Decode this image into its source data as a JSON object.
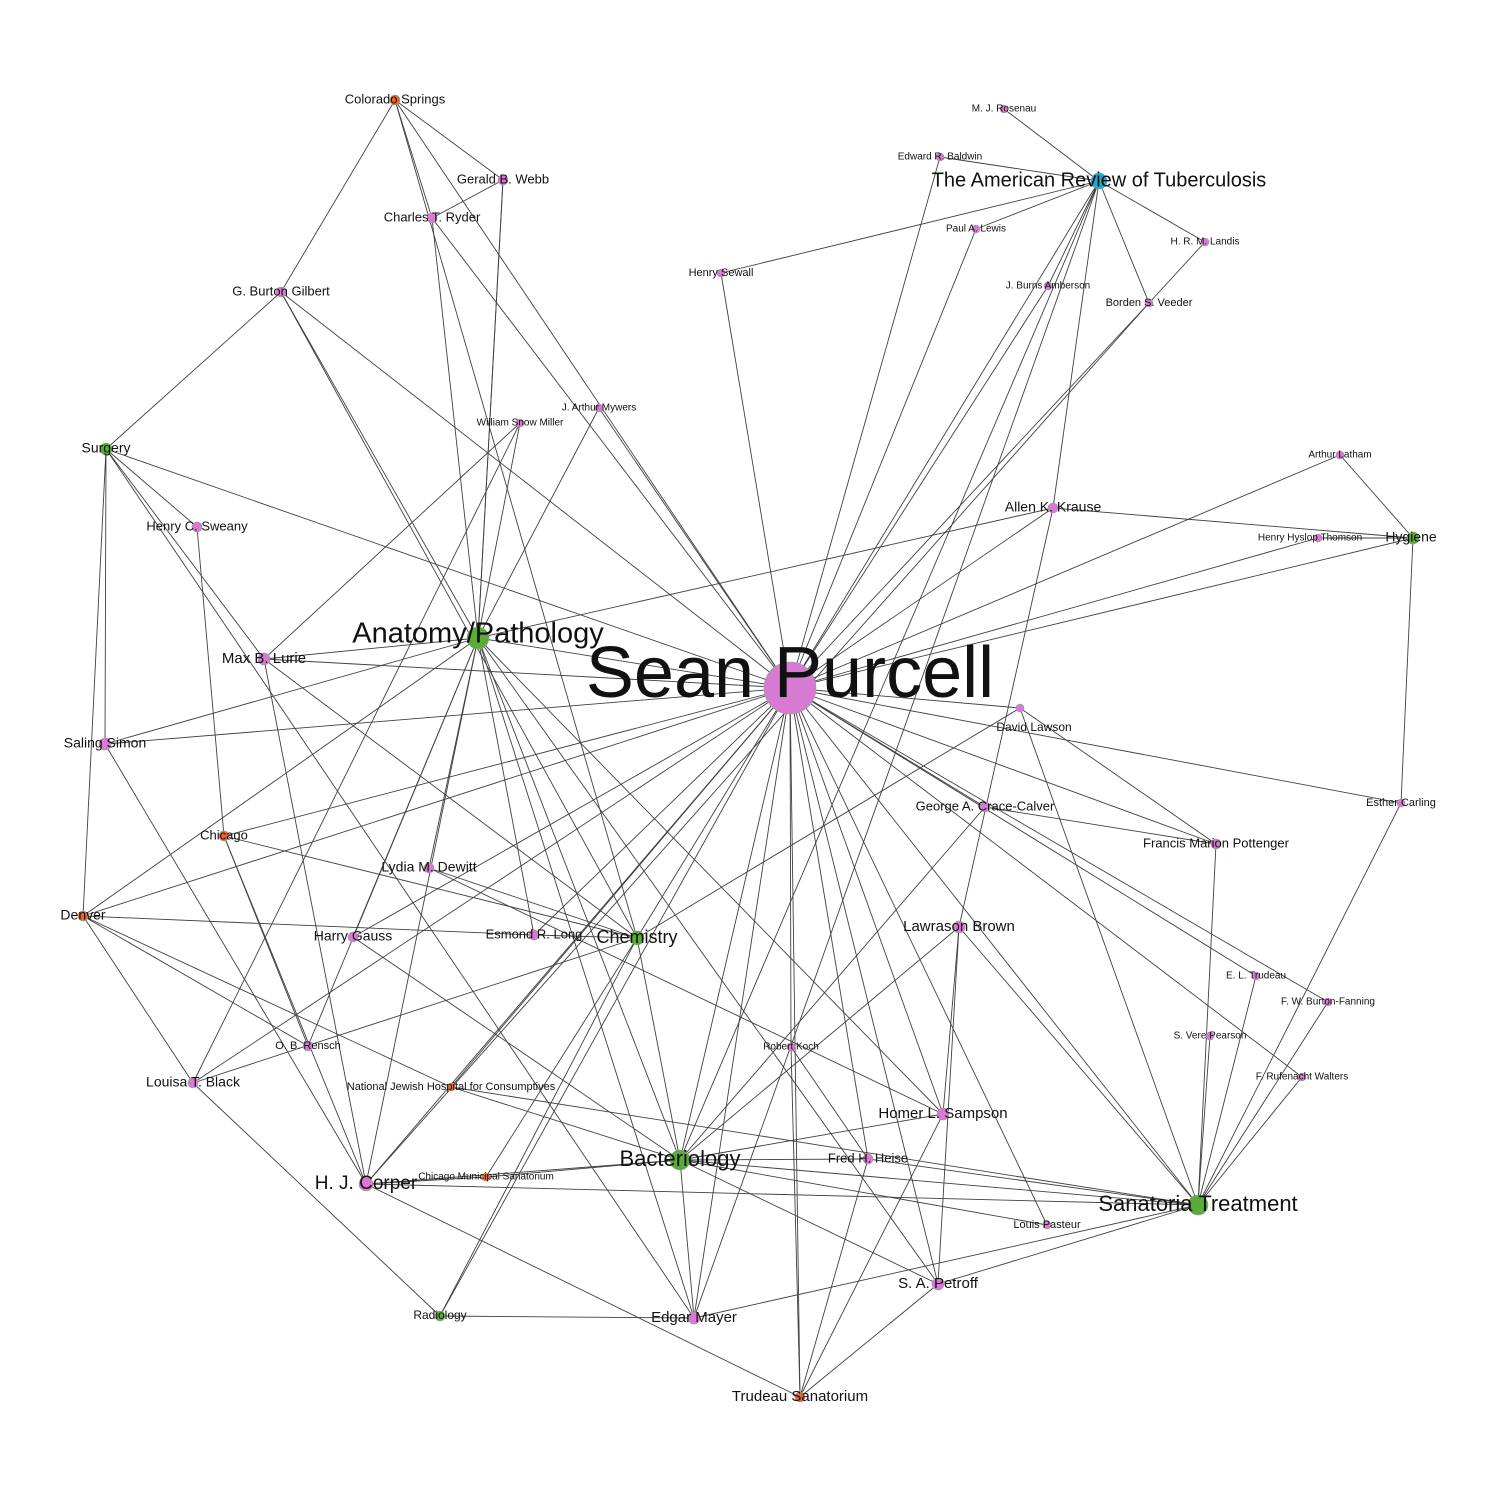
{
  "colors": {
    "person": "#d77ad1",
    "place": "#e8692c",
    "subject": "#5aab3a",
    "journal": "#20a8cf"
  },
  "nodes": [
    {
      "id": "sean",
      "label": "Sean Purcell",
      "type": "person"
    },
    {
      "id": "anat",
      "label": "Anatomy/Pathology",
      "type": "subject"
    },
    {
      "id": "arev",
      "label": "The American Review of Tuberculosis",
      "type": "journal"
    },
    {
      "id": "sana",
      "label": "Sanatoria Treatment",
      "type": "subject"
    },
    {
      "id": "bact",
      "label": "Bacteriology",
      "type": "subject"
    },
    {
      "id": "chem",
      "label": "Chemistry",
      "type": "subject"
    },
    {
      "id": "hyg",
      "label": "Hygiene",
      "type": "subject"
    },
    {
      "id": "surg",
      "label": "Surgery",
      "type": "subject"
    },
    {
      "id": "radi",
      "label": "Radiology",
      "type": "subject"
    },
    {
      "id": "colo",
      "label": "Colorado Springs",
      "type": "place"
    },
    {
      "id": "chic",
      "label": "Chicago",
      "type": "place"
    },
    {
      "id": "denv",
      "label": "Denver",
      "type": "place"
    },
    {
      "id": "njh",
      "label": "National Jewish Hospital for Consumptives",
      "type": "place"
    },
    {
      "id": "cms",
      "label": "Chicago Municipal Sanatorium",
      "type": "place"
    },
    {
      "id": "trud",
      "label": "Trudeau Sanatorium",
      "type": "place"
    },
    {
      "id": "corp",
      "label": "H. J. Corper",
      "type": "person"
    },
    {
      "id": "webb",
      "label": "Gerald B. Webb",
      "type": "person"
    },
    {
      "id": "ryde",
      "label": "Charles T. Ryder",
      "type": "person"
    },
    {
      "id": "gilb",
      "label": "G. Burton Gilbert",
      "type": "person"
    },
    {
      "id": "rose",
      "label": "M. J. Rosenau",
      "type": "person"
    },
    {
      "id": "bald",
      "label": "Edward R. Baldwin",
      "type": "person"
    },
    {
      "id": "lewi",
      "label": "Paul A. Lewis",
      "type": "person"
    },
    {
      "id": "land",
      "label": "H. R. M. Landis",
      "type": "person"
    },
    {
      "id": "ambe",
      "label": "J. Burns Amberson",
      "type": "person"
    },
    {
      "id": "veed",
      "label": "Borden S. Veeder",
      "type": "person"
    },
    {
      "id": "sewa",
      "label": "Henry Sewall",
      "type": "person"
    },
    {
      "id": "myer",
      "label": "J. Arthur Mywers",
      "type": "person"
    },
    {
      "id": "mill",
      "label": "William Snow Miller",
      "type": "person"
    },
    {
      "id": "lath",
      "label": "Arthur Latham",
      "type": "person"
    },
    {
      "id": "krau",
      "label": "Allen K. Krause",
      "type": "person"
    },
    {
      "id": "thom",
      "label": "Henry Hyslop Thomson",
      "type": "person"
    },
    {
      "id": "swea",
      "label": "Henry C. Sweany",
      "type": "person"
    },
    {
      "id": "luri",
      "label": "Max B. Lurie",
      "type": "person"
    },
    {
      "id": "simo",
      "label": "Saling Simon",
      "type": "person"
    },
    {
      "id": "laws",
      "label": "David Lawson",
      "type": "person"
    },
    {
      "id": "carl",
      "label": "Esther Carling",
      "type": "person"
    },
    {
      "id": "crac",
      "label": "George A. Crace-Calver",
      "type": "person"
    },
    {
      "id": "pott",
      "label": "Francis Marion Pottenger",
      "type": "person"
    },
    {
      "id": "dewi",
      "label": "Lydia M. Dewitt",
      "type": "person"
    },
    {
      "id": "gaus",
      "label": "Harry Gauss",
      "type": "person"
    },
    {
      "id": "long",
      "label": "Esmond R. Long",
      "type": "person"
    },
    {
      "id": "brow",
      "label": "Lawrason Brown",
      "type": "person"
    },
    {
      "id": "etru",
      "label": "E. L. Trudeau",
      "type": "person"
    },
    {
      "id": "burt",
      "label": "F. W. Burton-Fanning",
      "type": "person"
    },
    {
      "id": "pear",
      "label": "S. Vere Pearson",
      "type": "person"
    },
    {
      "id": "walt",
      "label": "F. Rufenacht Walters",
      "type": "person"
    },
    {
      "id": "rens",
      "label": "O. B. Rensch",
      "type": "person"
    },
    {
      "id": "koch",
      "label": "Robert Koch",
      "type": "person"
    },
    {
      "id": "blac",
      "label": "Louisa T. Black",
      "type": "person"
    },
    {
      "id": "samp",
      "label": "Homer L. Sampson",
      "type": "person"
    },
    {
      "id": "heis",
      "label": "Fred H. Heise",
      "type": "person"
    },
    {
      "id": "past",
      "label": "Louis Pasteur",
      "type": "person"
    },
    {
      "id": "petr",
      "label": "S. A. Petroff",
      "type": "person"
    },
    {
      "id": "maye",
      "label": "Edgar Mayer",
      "type": "person"
    }
  ],
  "edges": [
    [
      "sean",
      "anat"
    ],
    [
      "sean",
      "arev"
    ],
    [
      "sean",
      "sana"
    ],
    [
      "sean",
      "bact"
    ],
    [
      "sean",
      "chem"
    ],
    [
      "sean",
      "hyg"
    ],
    [
      "sean",
      "surg"
    ],
    [
      "sean",
      "colo"
    ],
    [
      "sean",
      "denv"
    ],
    [
      "sean",
      "trud"
    ],
    [
      "sean",
      "corp"
    ],
    [
      "sean",
      "ryde"
    ],
    [
      "sean",
      "gilb"
    ],
    [
      "sean",
      "bald"
    ],
    [
      "sean",
      "lewi"
    ],
    [
      "sean",
      "ambe"
    ],
    [
      "sean",
      "veed"
    ],
    [
      "sean",
      "sewa"
    ],
    [
      "sean",
      "myer"
    ],
    [
      "sean",
      "lath"
    ],
    [
      "sean",
      "krau"
    ],
    [
      "sean",
      "thom"
    ],
    [
      "sean",
      "luri"
    ],
    [
      "sean",
      "simo"
    ],
    [
      "sean",
      "laws"
    ],
    [
      "sean",
      "carl"
    ],
    [
      "sean",
      "crac"
    ],
    [
      "sean",
      "pott"
    ],
    [
      "sean",
      "gaus"
    ],
    [
      "sean",
      "long"
    ],
    [
      "sean",
      "etru"
    ],
    [
      "sean",
      "burt"
    ],
    [
      "sean",
      "walt"
    ],
    [
      "sean",
      "koch"
    ],
    [
      "sean",
      "samp"
    ],
    [
      "sean",
      "heis"
    ],
    [
      "sean",
      "past"
    ],
    [
      "sean",
      "petr"
    ],
    [
      "sean",
      "maye"
    ],
    [
      "sean",
      "chic"
    ],
    [
      "sean",
      "blac"
    ],
    [
      "sean",
      "radi"
    ],
    [
      "sean",
      "njh"
    ],
    [
      "anat",
      "myer"
    ],
    [
      "anat",
      "mill"
    ],
    [
      "anat",
      "webb"
    ],
    [
      "anat",
      "ryde"
    ],
    [
      "anat",
      "gilb"
    ],
    [
      "anat",
      "luri"
    ],
    [
      "anat",
      "simo"
    ],
    [
      "anat",
      "denv"
    ],
    [
      "anat",
      "dewi"
    ],
    [
      "anat",
      "gaus"
    ],
    [
      "anat",
      "long"
    ],
    [
      "anat",
      "maye"
    ],
    [
      "anat",
      "corp"
    ],
    [
      "anat",
      "krau"
    ],
    [
      "anat",
      "samp"
    ],
    [
      "anat",
      "petr"
    ],
    [
      "anat",
      "bact"
    ],
    [
      "anat",
      "rens"
    ],
    [
      "arev",
      "rose"
    ],
    [
      "arev",
      "bald"
    ],
    [
      "arev",
      "lewi"
    ],
    [
      "arev",
      "land"
    ],
    [
      "arev",
      "veed"
    ],
    [
      "arev",
      "sewa"
    ],
    [
      "arev",
      "ambe"
    ],
    [
      "arev",
      "maye"
    ],
    [
      "arev",
      "bact"
    ],
    [
      "arev",
      "krau"
    ],
    [
      "land",
      "veed"
    ],
    [
      "veed",
      "corp"
    ],
    [
      "colo",
      "webb"
    ],
    [
      "colo",
      "ryde"
    ],
    [
      "colo",
      "gilb"
    ],
    [
      "colo",
      "chem"
    ],
    [
      "webb",
      "anat"
    ],
    [
      "webb",
      "ryde"
    ],
    [
      "gilb",
      "surg"
    ],
    [
      "gilb",
      "chem"
    ],
    [
      "surg",
      "simo"
    ],
    [
      "surg",
      "swea"
    ],
    [
      "surg",
      "luri"
    ],
    [
      "surg",
      "denv"
    ],
    [
      "surg",
      "maye"
    ],
    [
      "swea",
      "chic"
    ],
    [
      "luri",
      "corp"
    ],
    [
      "luri",
      "chem"
    ],
    [
      "luri",
      "mill"
    ],
    [
      "simo",
      "corp"
    ],
    [
      "chic",
      "rens"
    ],
    [
      "chic",
      "corp"
    ],
    [
      "chic",
      "chem"
    ],
    [
      "denv",
      "long"
    ],
    [
      "denv",
      "njh"
    ],
    [
      "denv",
      "blac"
    ],
    [
      "denv",
      "rens"
    ],
    [
      "hyg",
      "lath"
    ],
    [
      "hyg",
      "thom"
    ],
    [
      "hyg",
      "krau"
    ],
    [
      "hyg",
      "carl"
    ],
    [
      "carl",
      "sana"
    ],
    [
      "krau",
      "brow"
    ],
    [
      "laws",
      "pott"
    ],
    [
      "laws",
      "sana"
    ],
    [
      "laws",
      "chem"
    ],
    [
      "crac",
      "pott"
    ],
    [
      "crac",
      "bact"
    ],
    [
      "pott",
      "sana"
    ],
    [
      "etru",
      "sana"
    ],
    [
      "burt",
      "sana"
    ],
    [
      "pear",
      "sana"
    ],
    [
      "walt",
      "sana"
    ],
    [
      "dewi",
      "chem"
    ],
    [
      "dewi",
      "samp"
    ],
    [
      "gaus",
      "bact"
    ],
    [
      "long",
      "chem"
    ],
    [
      "brow",
      "samp"
    ],
    [
      "brow",
      "bact"
    ],
    [
      "brow",
      "petr"
    ],
    [
      "samp",
      "bact"
    ],
    [
      "samp",
      "trud"
    ],
    [
      "bact",
      "corp"
    ],
    [
      "bact",
      "cms"
    ],
    [
      "bact",
      "sana"
    ],
    [
      "bact",
      "past"
    ],
    [
      "bact",
      "maye"
    ],
    [
      "bact",
      "petr"
    ],
    [
      "bact",
      "njh"
    ],
    [
      "bact",
      "chem"
    ],
    [
      "corp",
      "sana"
    ],
    [
      "corp",
      "trud"
    ],
    [
      "corp",
      "cms"
    ],
    [
      "heis",
      "sana"
    ],
    [
      "heis",
      "trud"
    ],
    [
      "heis",
      "koch"
    ],
    [
      "heis",
      "bact"
    ],
    [
      "petr",
      "sana"
    ],
    [
      "maye",
      "sana"
    ],
    [
      "maye",
      "radi"
    ],
    [
      "radi",
      "blac"
    ],
    [
      "radi",
      "chem"
    ],
    [
      "blac",
      "mill"
    ],
    [
      "blac",
      "chem"
    ],
    [
      "trud",
      "petr"
    ],
    [
      "trud",
      "koch"
    ],
    [
      "sana",
      "njh"
    ],
    [
      "sana",
      "brow"
    ],
    [
      "cms",
      "chem"
    ]
  ]
}
